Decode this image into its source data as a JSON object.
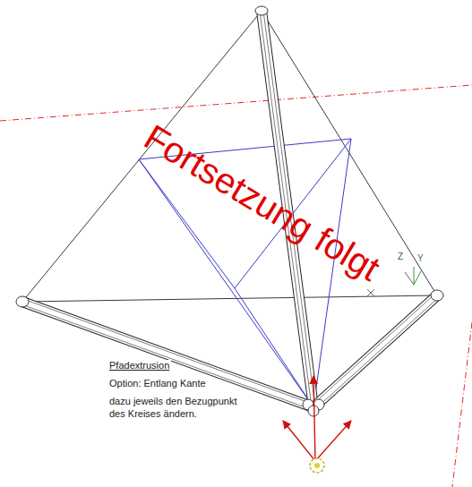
{
  "diagram": {
    "labels": [
      "Fortsetzung folgt",
      "Z",
      "Y",
      "Pfadextrusion",
      "Option: Entlang Kante",
      "dazu jeweils den Bezugpunkt des Kreises ändern."
    ]
  }
}
